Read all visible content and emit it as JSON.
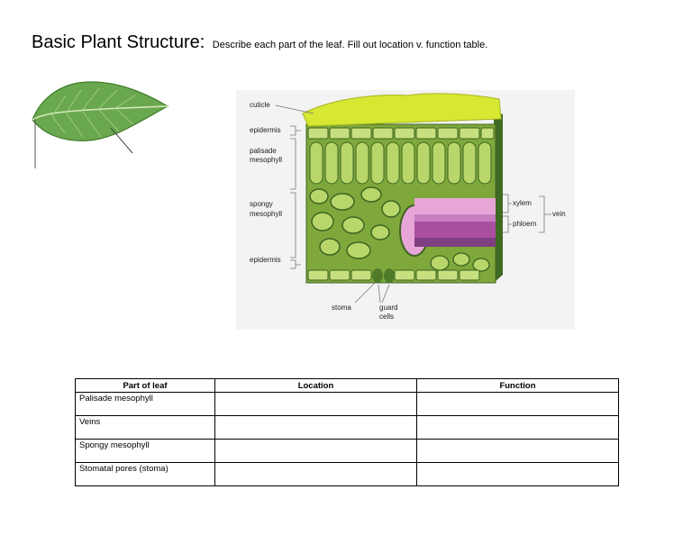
{
  "header": {
    "title": "Basic Plant Structure:",
    "instructions": "Describe each part of the leaf.  Fill out location v. function table."
  },
  "diagram": {
    "labels": {
      "cuticle": "cuticle",
      "epidermis_top": "epidermis",
      "palisade_1": "palisade",
      "palisade_2": "mesophyll",
      "spongy_1": "spongy",
      "spongy_2": "mesophyll",
      "epidermis_bottom": "epidermis",
      "stoma": "stoma",
      "guard_1": "guard",
      "guard_2": "cells",
      "xylem": "xylem",
      "phloem": "phloem",
      "vein": "vein"
    },
    "colors": {
      "cuticle": "#d6e832",
      "cell_light": "#b9d66a",
      "cell_dark": "#4f7a2a",
      "xylem": "#e8a6d8",
      "phloem": "#a84fa0"
    }
  },
  "table": {
    "headers": [
      "Part of leaf",
      "Location",
      "Function"
    ],
    "rows": [
      [
        "Palisade mesophyll",
        "",
        ""
      ],
      [
        "Veins",
        "",
        ""
      ],
      [
        "Spongy mesophyll",
        "",
        ""
      ],
      [
        "Stomatal pores (stoma)",
        "",
        ""
      ]
    ]
  }
}
